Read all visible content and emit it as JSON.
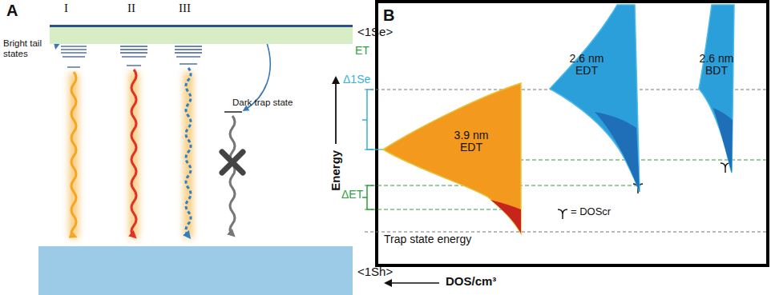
{
  "diagram": {
    "nodes": [
      {
        "text": [
          "<1Se>"
        ]
      },
      {
        "text": [
          "<1Sh>"
        ]
      },
      {
        "text": [
          "3.9 nm EDT"
        ]
      },
      {
        "text": [
          "2.6 nm EDT"
        ]
      },
      {
        "text": [
          "2.6 nm BDT"
        ]
      }
    ],
    "labels": [
      "A",
      "I",
      "II",
      "III",
      "Bright tail states",
      "ET",
      "Dark trap state",
      "B",
      "Energy",
      "Δ1Se",
      "ΔET",
      "= DOScr",
      "Trap state energy",
      "DOS/cm³"
    ]
  }
}
